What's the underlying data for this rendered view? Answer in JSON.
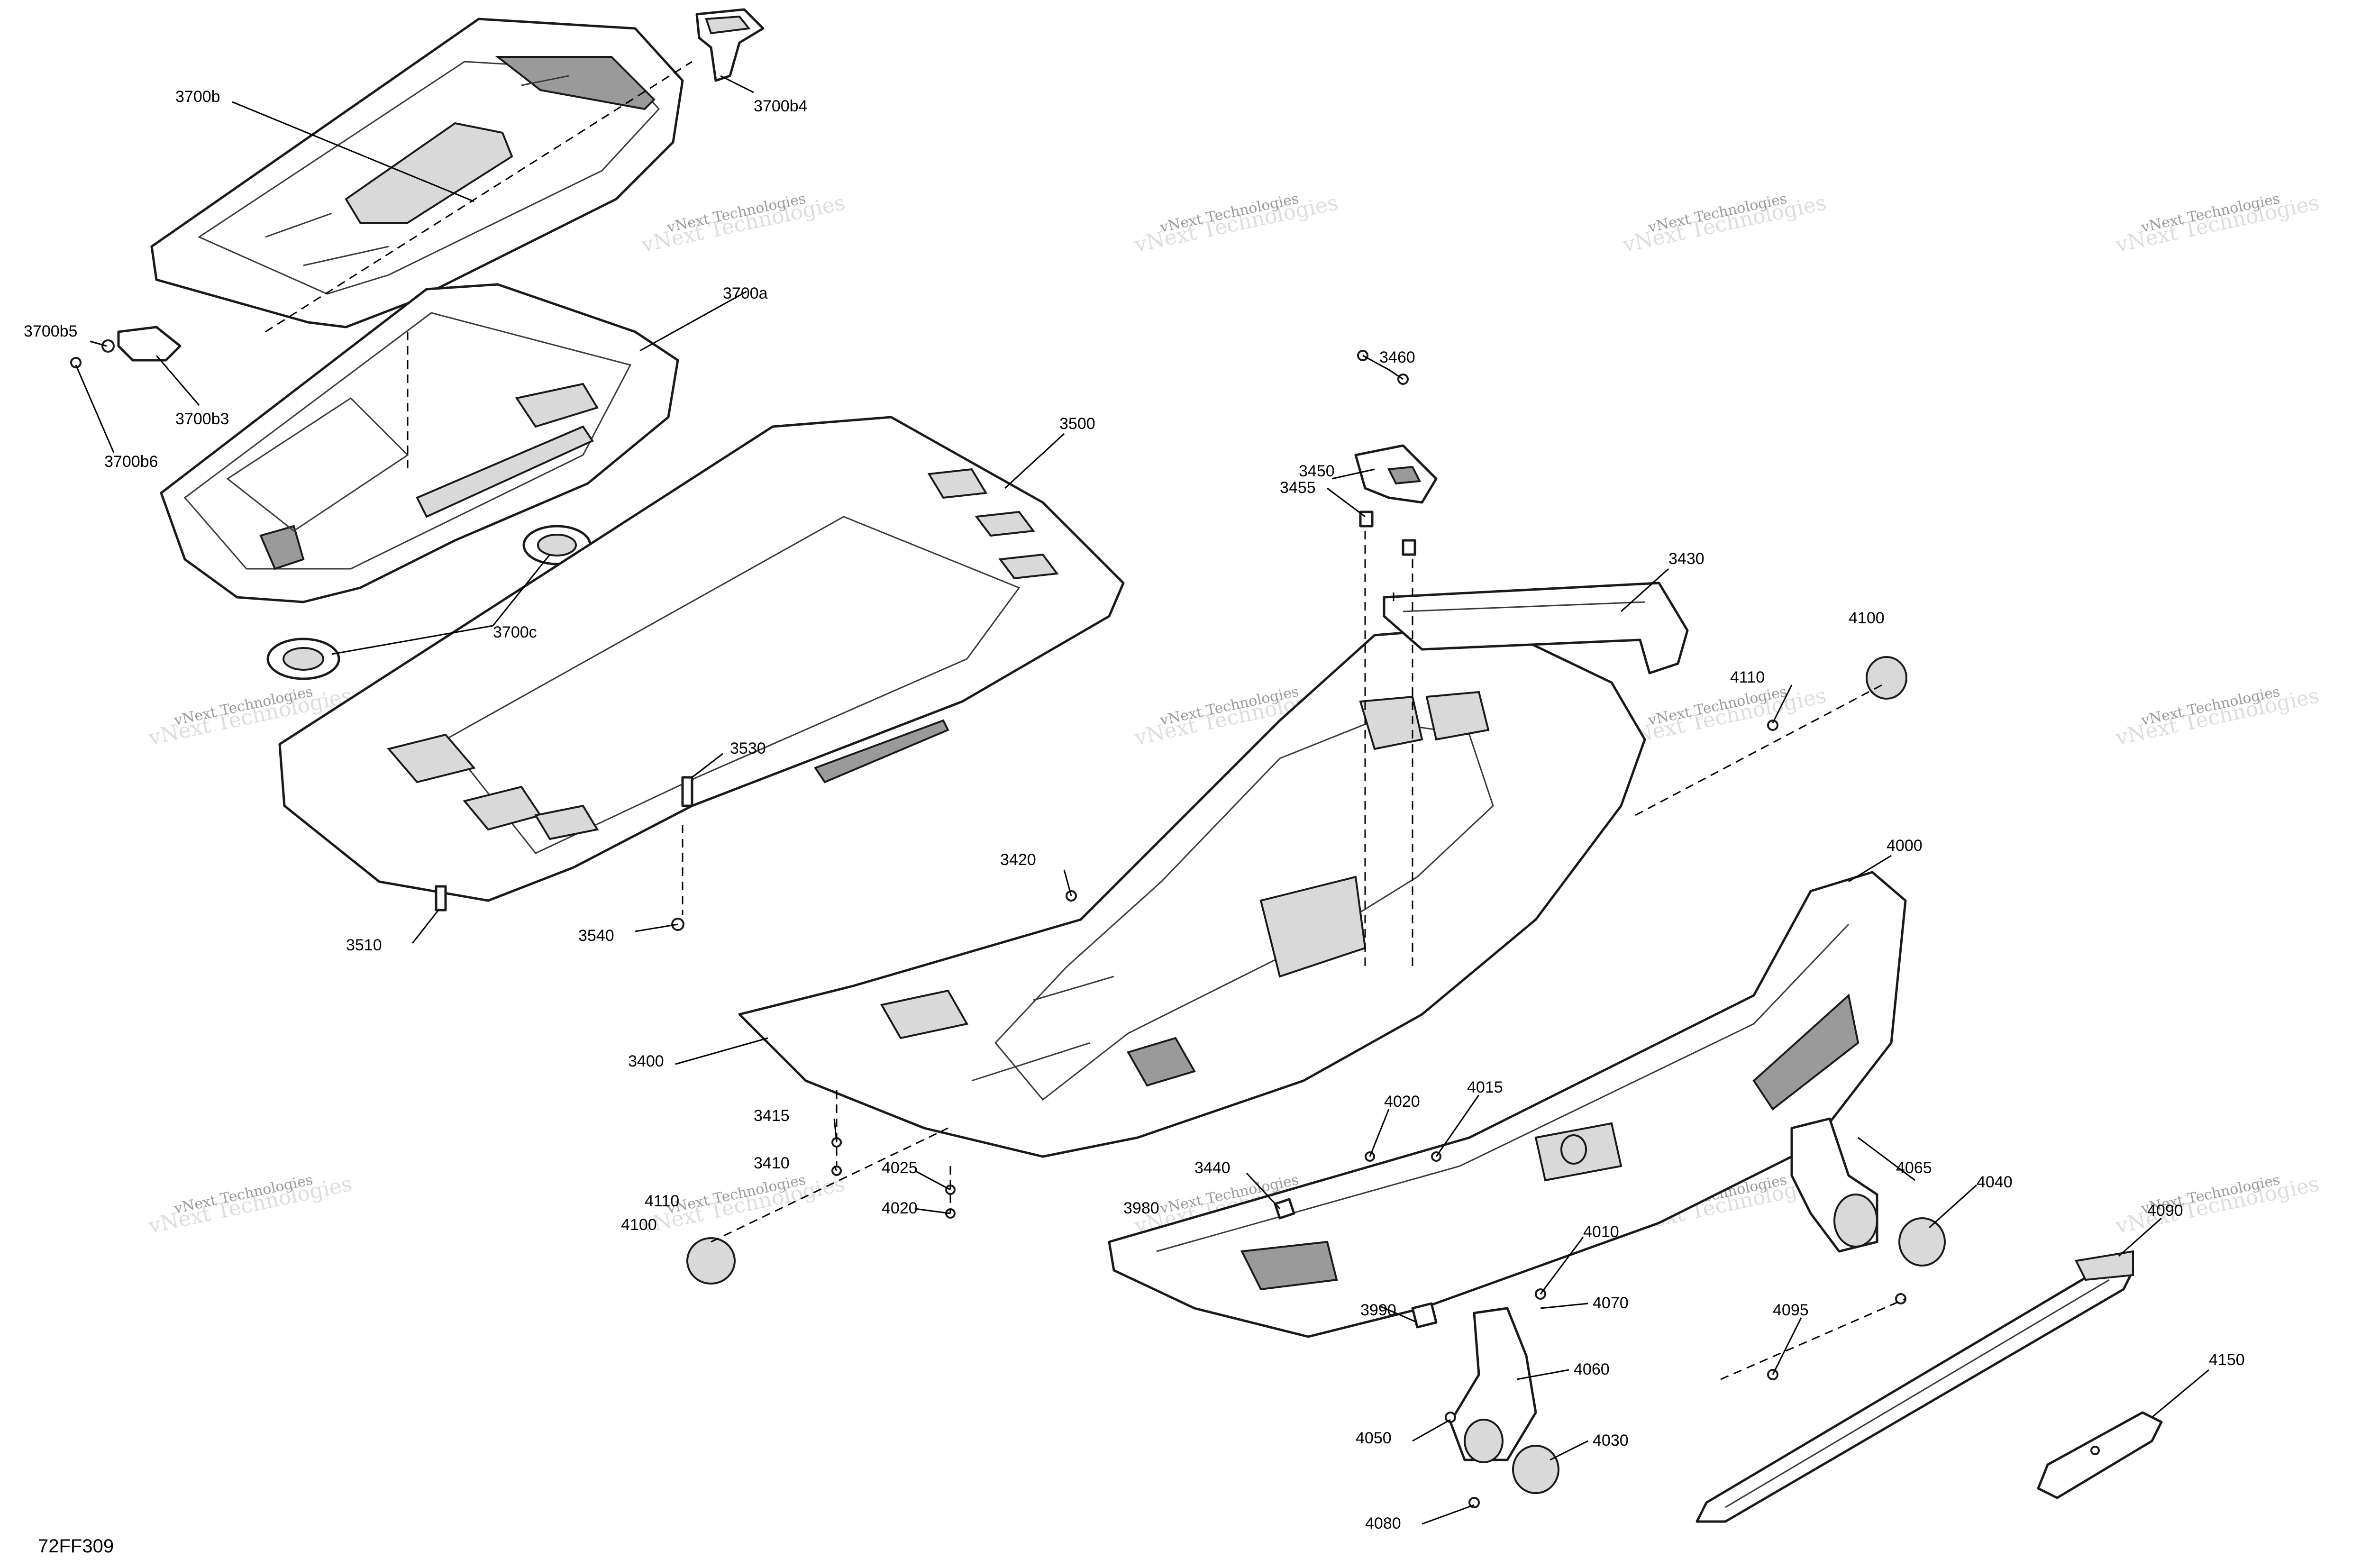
{
  "figure_id": "72FF309",
  "watermark": {
    "line1": "vNext Technologies",
    "line2": "vNext Technologies"
  },
  "callouts": [
    "3700b",
    "3700b4",
    "3700a",
    "3700b5",
    "3700b3",
    "3700b6",
    "3700c",
    "3500",
    "3530",
    "3510",
    "3540",
    "3460",
    "3450",
    "3455",
    "3430",
    "4100",
    "4110",
    "3420",
    "4000",
    "3400",
    "3415",
    "3410",
    "4025",
    "4020",
    "4110",
    "4100",
    "3440",
    "4020",
    "4015",
    "3980",
    "4010",
    "4065",
    "4040",
    "4090",
    "3990",
    "4070",
    "4095",
    "4060",
    "4150",
    "4050",
    "4030",
    "4080"
  ]
}
